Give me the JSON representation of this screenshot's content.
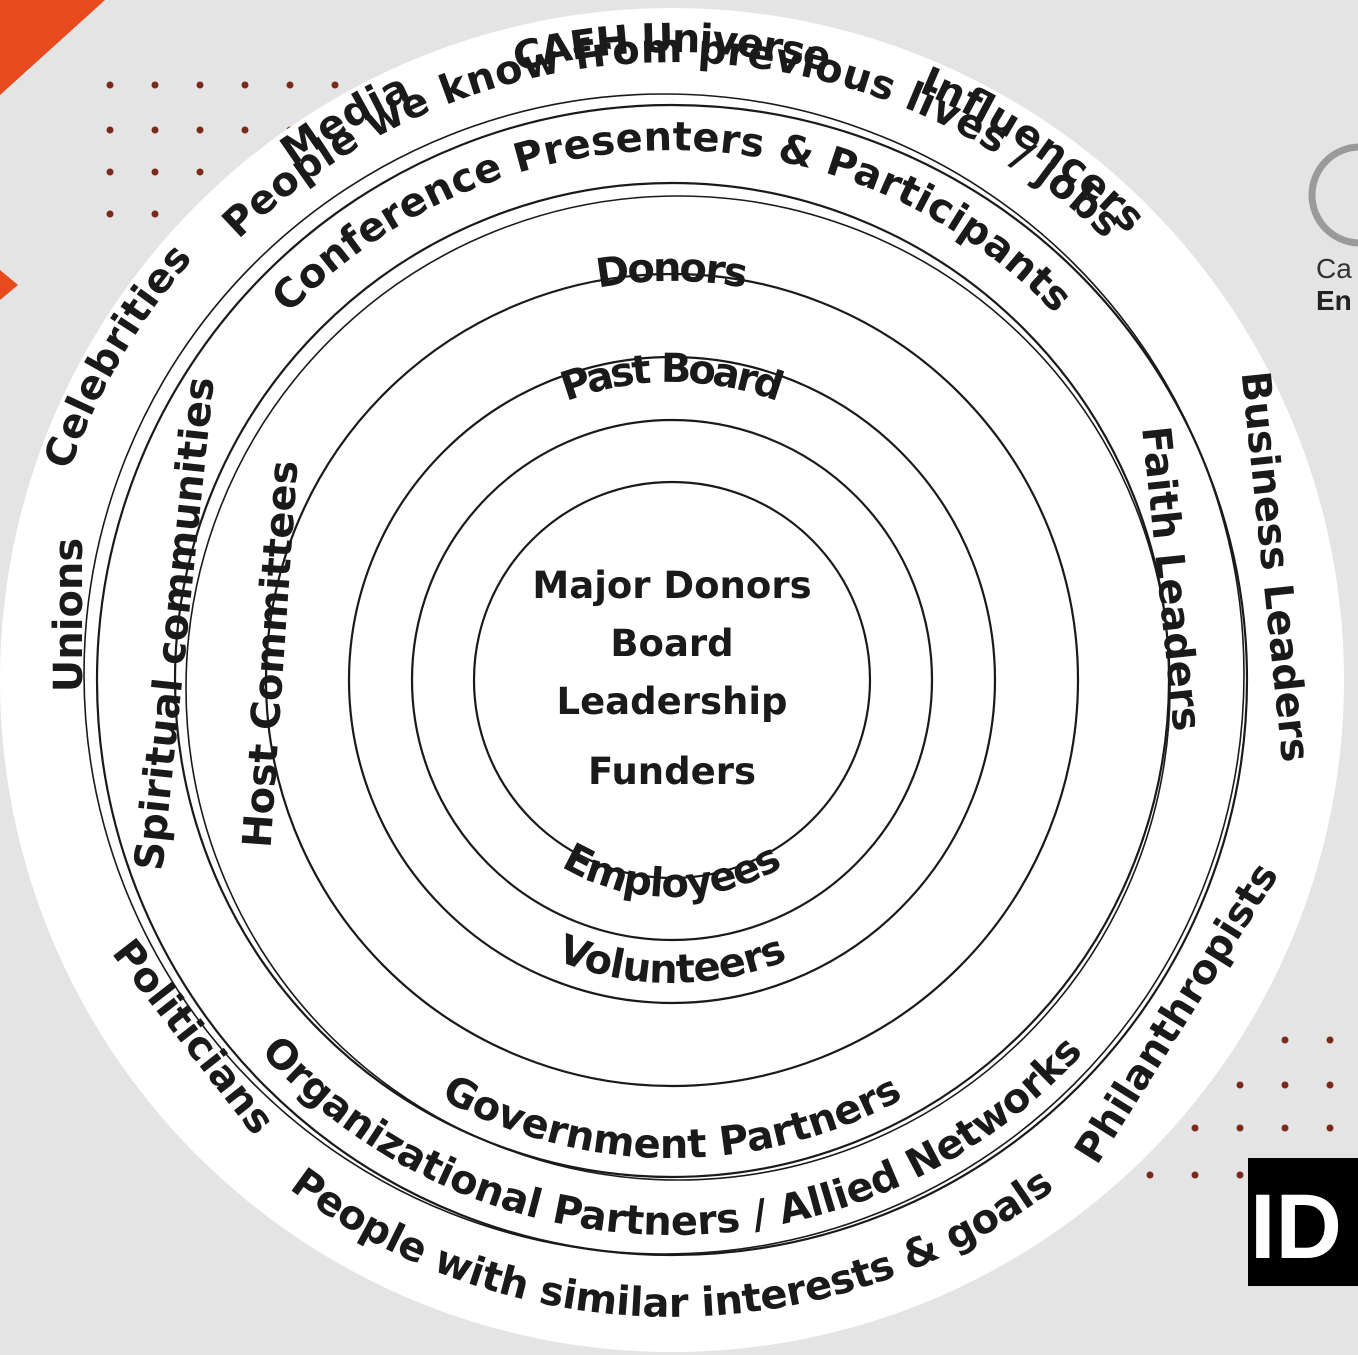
{
  "diagram": {
    "rings": [
      {
        "labels": [
          "CAEH Universe",
          "Influencers",
          "Business Leaders",
          "Philanthropists",
          "Politicians",
          "Unions",
          "Celebrities",
          "Media"
        ]
      },
      {
        "labels": [
          "People we know from previous lives / jobs",
          "Faith Leaders",
          "People with similar interests & goals",
          "Spiritual communities"
        ]
      },
      {
        "labels": [
          "Conference Presenters & Participants",
          "Organizational Partners  /  Allied Networks",
          "Host Committees"
        ]
      },
      {
        "labels": [
          "Donors",
          "Government Partners"
        ]
      },
      {
        "labels": [
          "Past Board",
          "Volunteers"
        ]
      },
      {
        "labels": [
          "Employees"
        ]
      }
    ],
    "center": [
      "Major Donors",
      "Board",
      "Leadership",
      "Funders"
    ]
  },
  "side_logo": {
    "line1": "Ca",
    "line2": "En"
  },
  "badge": {
    "text": "ID"
  },
  "colors": {
    "background": "#e4e4e4",
    "accent_orange": "#e8491d",
    "dots": "#7a2a1a",
    "badge_bg": "#000000"
  }
}
